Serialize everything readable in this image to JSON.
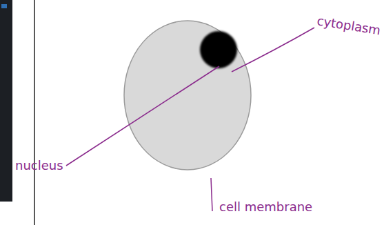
{
  "diagram": {
    "labels": [
      "nucleus",
      "cytoplasm",
      "cell membrane"
    ]
  }
}
